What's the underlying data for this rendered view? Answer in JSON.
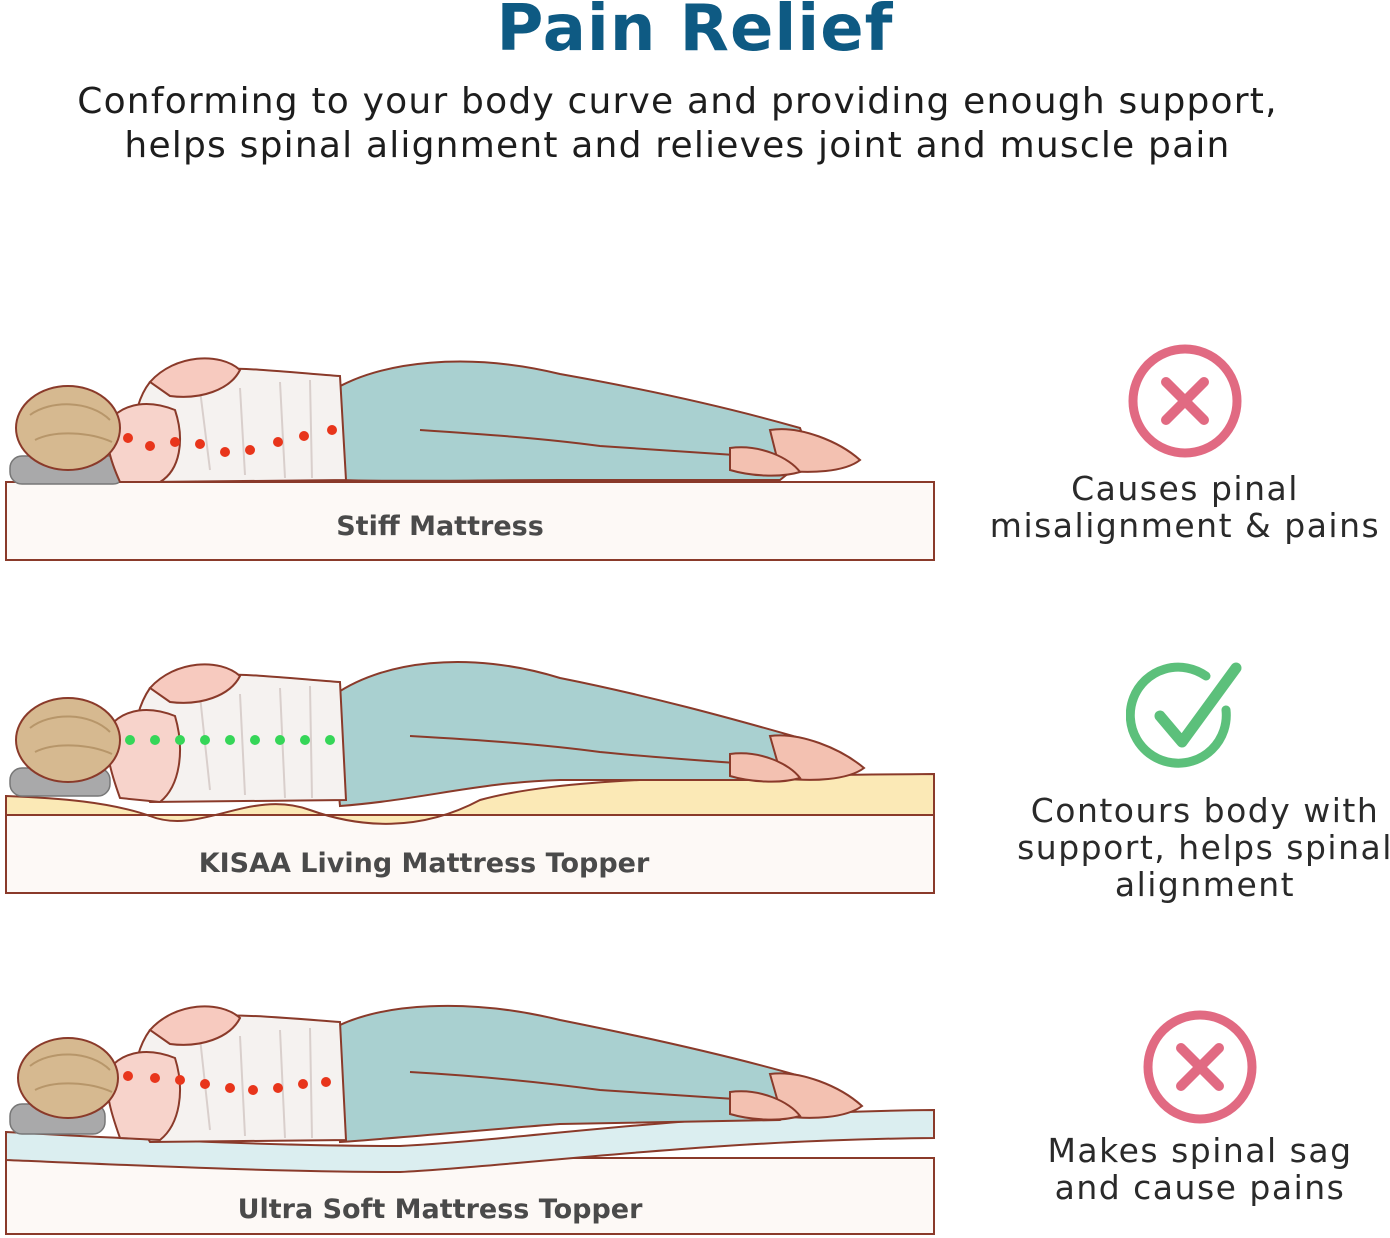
{
  "header": {
    "title": "Pain Relief",
    "subtitle_line1": "Conforming to your body curve and providing enough support,",
    "subtitle_line2": "helps spinal alignment and relieves joint and muscle pain"
  },
  "colors": {
    "title": "#0e5a83",
    "bad": "#e16a82",
    "good": "#5cc07b",
    "spine_bad": "#e8351b",
    "spine_good": "#35d658",
    "outline": "#8a3a2a",
    "pants": "#a9d0d0",
    "topper_foam": "#fbe9b6",
    "soft_foam": "#dbeef0",
    "mattress": "#fdf9f6"
  },
  "comparisons": [
    {
      "mattress_label": "Stiff Mattress",
      "verdict": "bad",
      "icon": "cross-circle-icon",
      "text_lines": [
        "Causes pinal",
        "misalignment & pains"
      ]
    },
    {
      "mattress_label": "KISAA Living Mattress Topper",
      "verdict": "good",
      "icon": "check-circle-icon",
      "text_lines": [
        "Contours body with",
        "support, helps spinal",
        "alignment"
      ]
    },
    {
      "mattress_label": "Ultra Soft Mattress Topper",
      "verdict": "bad",
      "icon": "cross-circle-icon",
      "text_lines": [
        "Makes spinal sag",
        "and cause pains"
      ]
    }
  ]
}
